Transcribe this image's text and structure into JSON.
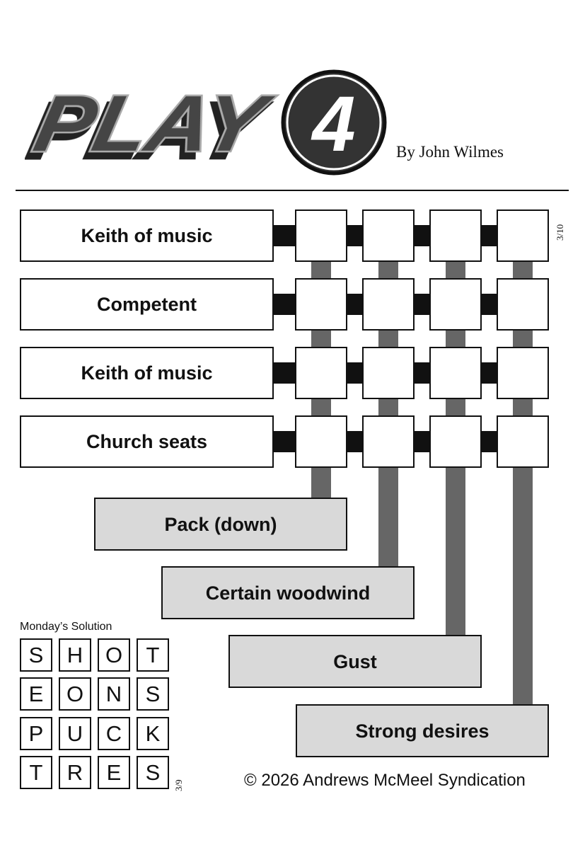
{
  "header": {
    "logo_text": "PLAY4",
    "byline": "By John Wilmes"
  },
  "puzzle": {
    "date": "3/10",
    "across": [
      "Keith of music",
      "Competent",
      "Keith of music",
      "Church seats"
    ],
    "down": [
      "Pack (down)",
      "Certain woodwind",
      "Gust",
      "Strong desires"
    ]
  },
  "solution": {
    "label": "Monday’s Solution",
    "date": "3/9",
    "rows": [
      [
        "S",
        "H",
        "O",
        "T"
      ],
      [
        "E",
        "O",
        "N",
        "S"
      ],
      [
        "P",
        "U",
        "C",
        "K"
      ],
      [
        "T",
        "R",
        "E",
        "S"
      ]
    ]
  },
  "footer": {
    "copyright": "© 2026 Andrews McMeel Syndication"
  }
}
